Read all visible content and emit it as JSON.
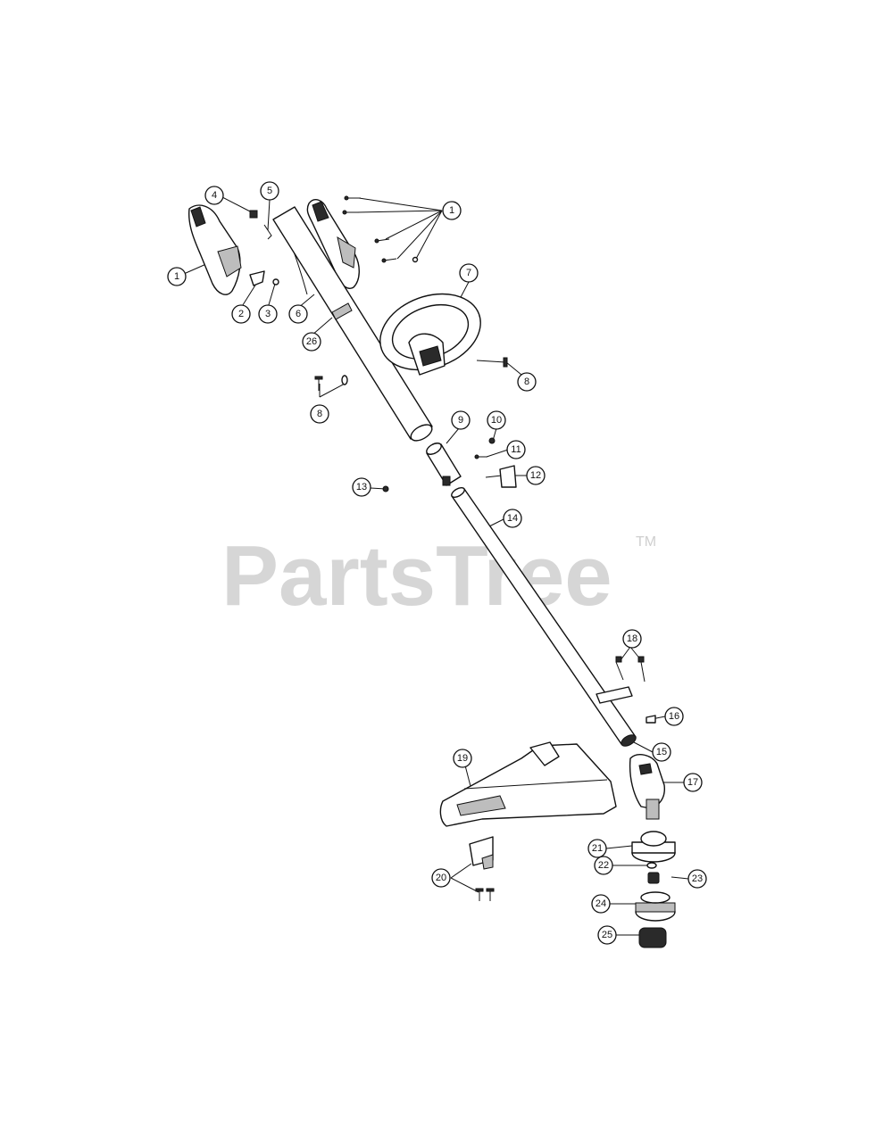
{
  "watermark": {
    "text": "PartsTree",
    "trademark": "TM"
  },
  "callouts": [
    {
      "id": "c1a",
      "label": "1"
    },
    {
      "id": "c1b",
      "label": "1"
    },
    {
      "id": "c2",
      "label": "2"
    },
    {
      "id": "c3",
      "label": "3"
    },
    {
      "id": "c4",
      "label": "4"
    },
    {
      "id": "c5",
      "label": "5"
    },
    {
      "id": "c6",
      "label": "6"
    },
    {
      "id": "c7",
      "label": "7"
    },
    {
      "id": "c8a",
      "label": "8"
    },
    {
      "id": "c8b",
      "label": "8"
    },
    {
      "id": "c9",
      "label": "9"
    },
    {
      "id": "c10",
      "label": "10"
    },
    {
      "id": "c11",
      "label": "11"
    },
    {
      "id": "c12",
      "label": "12"
    },
    {
      "id": "c13",
      "label": "13"
    },
    {
      "id": "c14",
      "label": "14"
    },
    {
      "id": "c15",
      "label": "15"
    },
    {
      "id": "c16",
      "label": "16"
    },
    {
      "id": "c17",
      "label": "17"
    },
    {
      "id": "c18",
      "label": "18"
    },
    {
      "id": "c19",
      "label": "19"
    },
    {
      "id": "c20",
      "label": "20"
    },
    {
      "id": "c21",
      "label": "21"
    },
    {
      "id": "c22",
      "label": "22"
    },
    {
      "id": "c23",
      "label": "23"
    },
    {
      "id": "c24",
      "label": "24"
    },
    {
      "id": "c25",
      "label": "25"
    },
    {
      "id": "c26",
      "label": "26"
    }
  ]
}
